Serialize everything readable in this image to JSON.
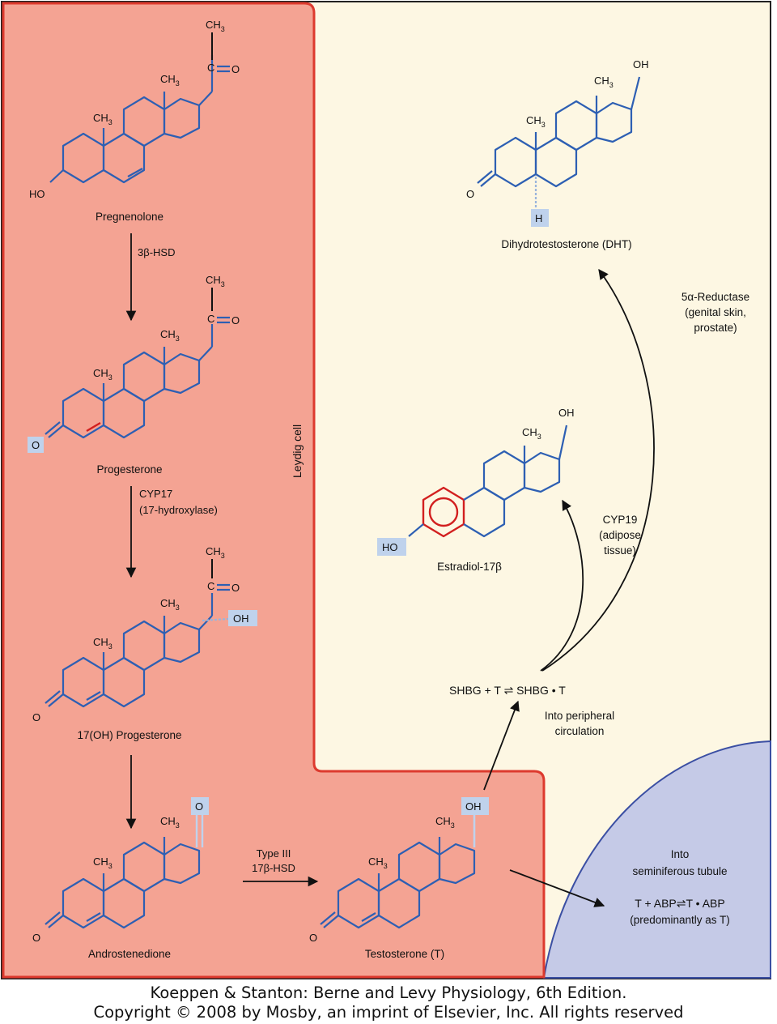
{
  "colors": {
    "leydig_cell_fill": "#f4a393",
    "leydig_cell_border": "#dd3a2e",
    "background_fill": "#fdf7e3",
    "tubule_fill": "#c5cae7",
    "tubule_border": "#3b4fa3",
    "molecule_blue": "#2d5fb3",
    "highlight_box": "#bfd2ec",
    "change_red": "#d21f1f"
  },
  "labels": {
    "compartment": "Leydig cell",
    "pregnenolone": "Pregnenolone",
    "progesterone": "Progesterone",
    "hydroxyprogesterone": "17(OH) Progesterone",
    "androstenedione": "Androstenedione",
    "testosterone": "Testosterone (T)",
    "estradiol": "Estradiol-17β",
    "dht": "Dihydrotestosterone (DHT)"
  },
  "enzymes": {
    "step1": "3β-HSD",
    "step2_line1": "CYP17",
    "step2_line2": "(17-hydroxylase)",
    "step4_line1": "Type III",
    "step4_line2": "17β-HSD",
    "aromatase_line1": "CYP19",
    "aromatase_line2": "(adipose",
    "aromatase_line3": "tissue)",
    "reductase_line1": "5α-Reductase",
    "reductase_line2": "(genital skin,",
    "reductase_line3": "prostate)"
  },
  "atoms": {
    "ch3": "CH",
    "ch3_sub": "3",
    "o": "O",
    "ho": "HO",
    "oh": "OH",
    "c": "C",
    "h": "H"
  },
  "circulation": {
    "equation": "SHBG + T ⇌ SHBG • T",
    "note_line1": "Into peripheral",
    "note_line2": "circulation"
  },
  "tubule": {
    "title_line1": "Into",
    "title_line2": "seminiferous tubule",
    "equation": "T + ABP⇌T • ABP",
    "note": "(predominantly as T)"
  },
  "caption": {
    "line1": "Koeppen & Stanton: Berne and Levy Physiology, 6th Edition.",
    "line2": "Copyright © 2008 by Mosby, an imprint of Elsevier, Inc. All rights reserved"
  }
}
